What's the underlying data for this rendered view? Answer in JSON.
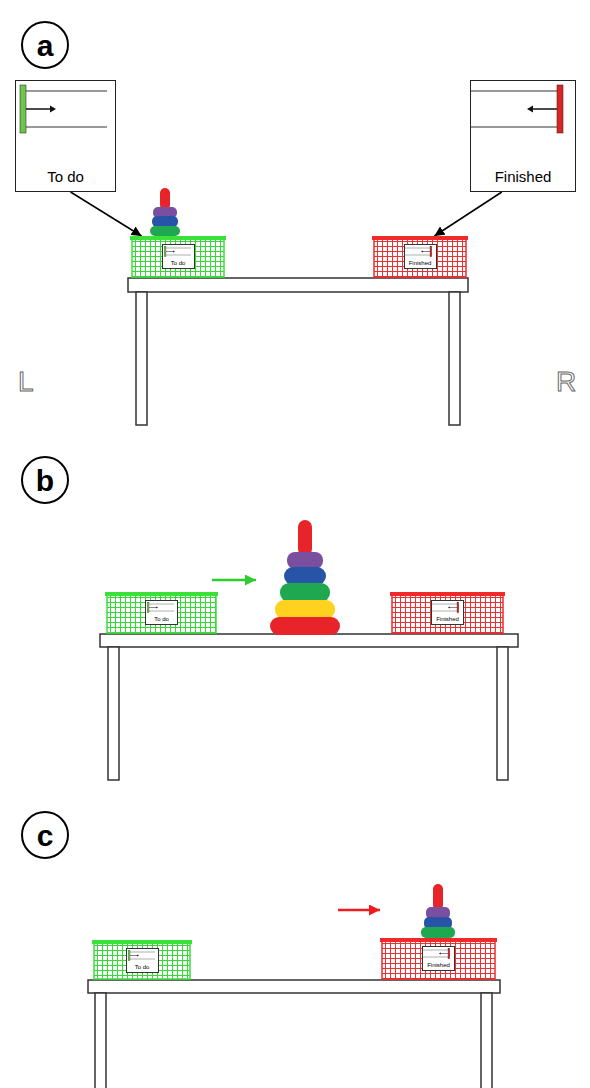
{
  "diagram": {
    "nodes": [
      {
        "text": [
          "a"
        ]
      },
      {
        "text": [
          "To do"
        ]
      },
      {
        "text": [
          "Finished"
        ]
      },
      {
        "text": [
          "To do"
        ]
      },
      {
        "text": [
          "Finished"
        ]
      },
      {
        "text": [
          "b"
        ]
      },
      {
        "text": [
          "To do"
        ]
      },
      {
        "text": [
          "Finished"
        ]
      },
      {
        "text": [
          "c"
        ]
      },
      {
        "text": [
          "To do"
        ]
      },
      {
        "text": [
          "Finished"
        ]
      }
    ],
    "edges": [
      {
        "from": 1,
        "to": 3,
        "arrow": "to"
      },
      {
        "from": 2,
        "to": 4,
        "arrow": "to"
      }
    ],
    "labels": [
      "L",
      "R"
    ]
  }
}
